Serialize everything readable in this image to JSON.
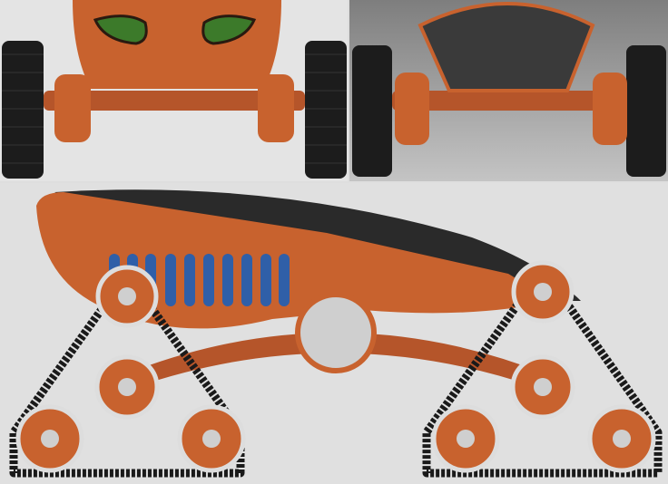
{
  "scene": {
    "panels": [
      "front-view",
      "rear-view",
      "side-view"
    ],
    "colors": {
      "body": "#c8622e",
      "body_dark": "#7a3415",
      "canopy": "#2a2a2a",
      "track": "#1a1a1a",
      "light_bg": "#e3e3e3",
      "dark_bg": "#8a8a8a",
      "vent": "#2f5fa8",
      "headlight": "#3c7a2a",
      "hub": "#cfcfcf"
    }
  }
}
